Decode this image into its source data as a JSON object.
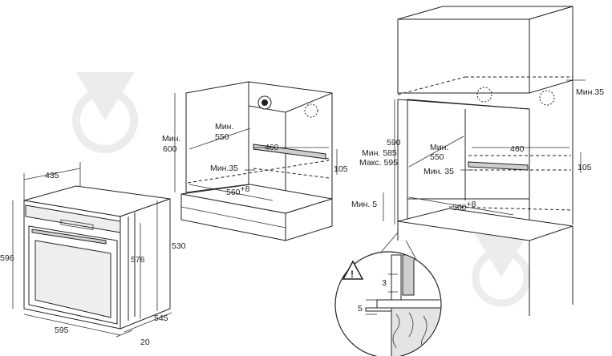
{
  "oven": {
    "depth": "435",
    "height_total": "596",
    "height_door": "576",
    "width": "595",
    "depth_body": "545",
    "front_offset": "20",
    "side_height": "530"
  },
  "cabinet_under_counter": {
    "height_label_line1": "Мин.",
    "height_label_line2": "600",
    "depth_label_line1": "Мин.",
    "depth_label_line2": "550",
    "opening_width": "460",
    "min_gap": "Мин.35",
    "vent_height": "105",
    "inner_width": "560",
    "inner_width_sup": "+8"
  },
  "cabinet_column": {
    "top_gap": "Мин.35",
    "height_line1": "590",
    "height_line2": "Мин. 585",
    "height_line3": "Макс. 595",
    "depth_label_line1": "Мин.",
    "depth_label_line2": "550",
    "opening_width": "460",
    "min_gap": "Мин. 35",
    "vent_height": "105",
    "bottom_gap": "Мин. 5",
    "inner_width": "560",
    "inner_width_sup": "+8"
  },
  "detail": {
    "warning_symbol": "!",
    "gap_top": "3",
    "gap_bottom": "5"
  }
}
